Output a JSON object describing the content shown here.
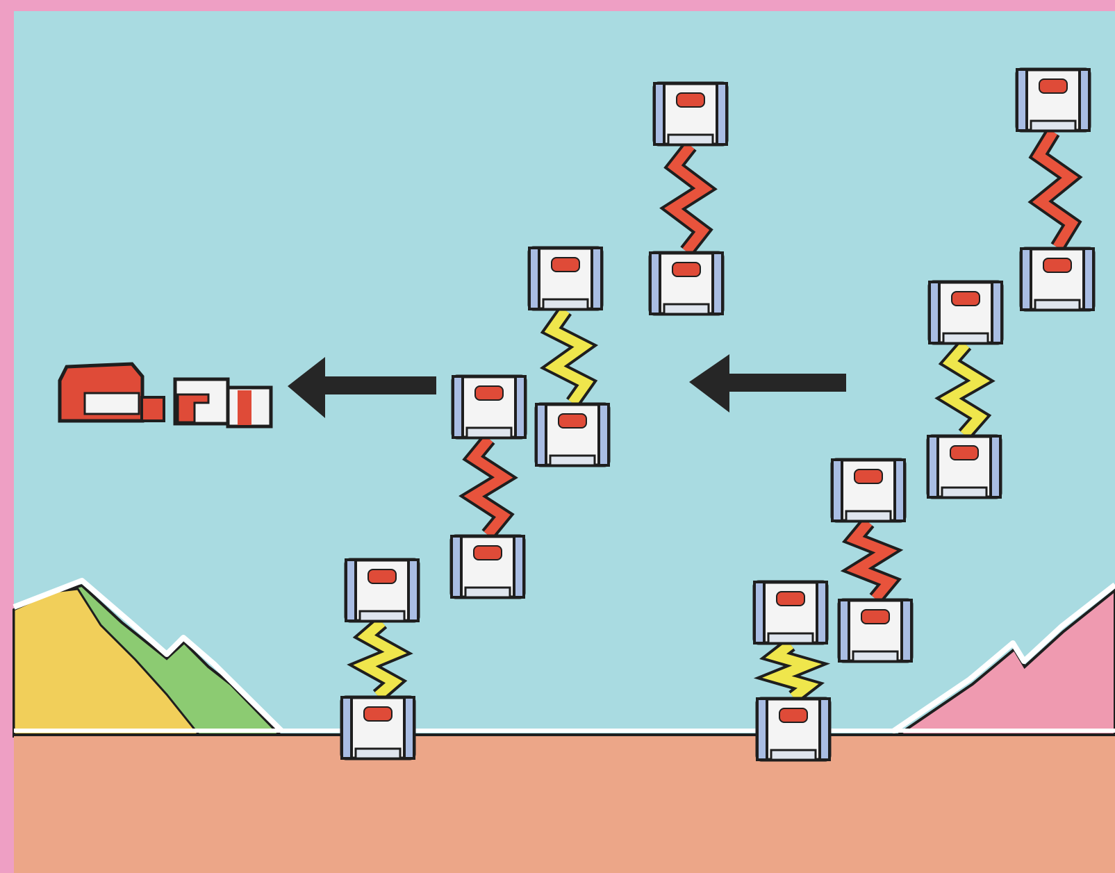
{
  "colors": {
    "frame": "#ee9fc4",
    "sky": "#a9dbe1",
    "ground": "#eca688",
    "yellow_hill": "#f1cf5a",
    "green_hill": "#8ccb72",
    "pink_hill": "#ef9ab0",
    "outline": "#1e1e1e",
    "unit_face": "#f4f4f4",
    "unit_side": "#a9bde3",
    "unit_slot": "#df4b38",
    "bolt_red": "#e8533c",
    "bolt_yellow": "#efe64c",
    "arrow": "#262626"
  },
  "scene": {
    "pairs": [
      {
        "name": "pair-left-ground",
        "bolt": "yellow"
      },
      {
        "name": "pair-center-low",
        "bolt": "red"
      },
      {
        "name": "pair-center-mid",
        "bolt": "yellow"
      },
      {
        "name": "pair-center-high",
        "bolt": "red"
      },
      {
        "name": "pair-right-ground",
        "bolt": "yellow"
      },
      {
        "name": "pair-right-low",
        "bolt": "red"
      },
      {
        "name": "pair-right-mid",
        "bolt": "yellow"
      },
      {
        "name": "pair-right-high",
        "bolt": "red"
      }
    ],
    "arrows": [
      {
        "name": "arrow-left",
        "direction": "left"
      },
      {
        "name": "arrow-right",
        "direction": "left"
      }
    ],
    "ship_name": "docked-ship"
  }
}
